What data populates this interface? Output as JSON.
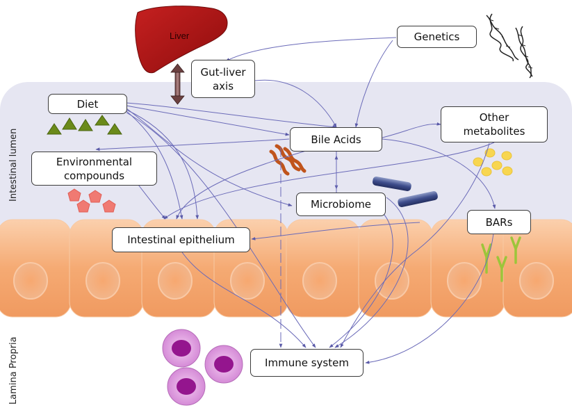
{
  "nodes": {
    "genetics": "Genetics",
    "gut_liver_axis": "Gut-liver\naxis",
    "diet": "Diet",
    "bile_acids": "Bile Acids",
    "other_metabolites": "Other\nmetabolites",
    "environmental_compounds": "Environmental\ncompounds",
    "microbiome": "Microbiome",
    "bars": "BARs",
    "intestinal_epithelium": "Intestinal epithelium",
    "immune_system": "Immune system"
  },
  "liver_label": "Liver",
  "region_labels": {
    "intestinal_lumen": "Intestinal lumen",
    "lamina_propria": "Lamina Propria"
  },
  "colors": {
    "lumen": "#e6e6f2",
    "cell": "#f4a56a",
    "liver": "#b01515",
    "arrow": "#6a6ab8"
  }
}
